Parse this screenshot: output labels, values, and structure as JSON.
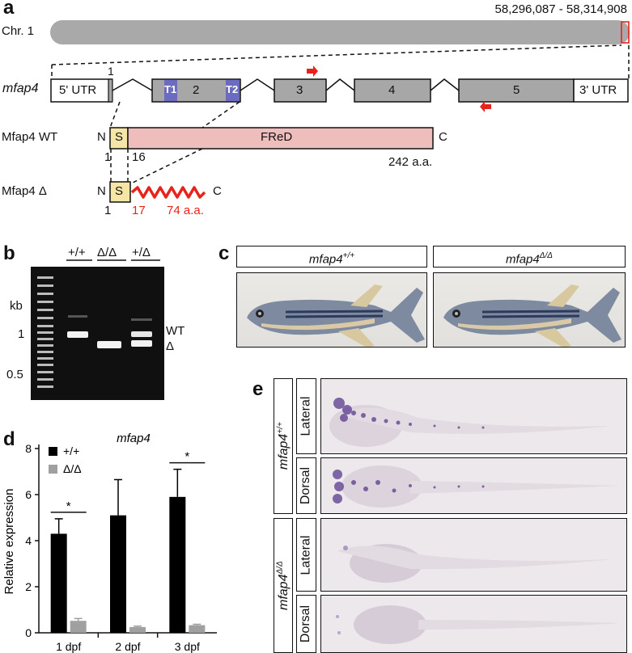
{
  "panels": {
    "a": "a",
    "b": "b",
    "c": "c",
    "d": "d",
    "e": "e"
  },
  "panel_a": {
    "coords": "58,296,087 - 58,314,908",
    "chr_label": "Chr. 1",
    "gene_label": "mfap4",
    "utr5": "5' UTR",
    "utr3": "3' UTR",
    "exon1_num": "1",
    "exon2_num": "2",
    "exon3_num": "3",
    "exon4_num": "4",
    "exon5_num": "5",
    "t1": "T1",
    "t2": "T2",
    "wt_label": "Mfap4 WT",
    "wt_n": "N",
    "wt_s": "S",
    "wt_fred": "FReD",
    "wt_c": "C",
    "wt_pos1": "1",
    "wt_pos16": "16",
    "wt_len": "242 a.a.",
    "mut_label": "Mfap4 Δ",
    "mut_n": "N",
    "mut_s": "S",
    "mut_c": "C",
    "mut_pos1": "1",
    "mut_pos17": "17",
    "mut_len": "74 a.a.",
    "colors": {
      "exon": "#a7a7a7",
      "target": "#6b6bbf",
      "signal": "#f6e6a6",
      "fred": "#f0bdbd",
      "arrow": "#e8231b",
      "mutant": "#e8231b"
    }
  },
  "panel_b": {
    "lane1": "+/+",
    "lane2": "Δ/Δ",
    "lane3": "+/Δ",
    "kb": "kb",
    "m1": "1",
    "m05": "0.5",
    "band_wt": "WT",
    "band_mut": "Δ"
  },
  "panel_c": {
    "wt_title": "mfap4",
    "wt_sup": "+/+",
    "mut_title": "mfap4",
    "mut_sup": "Δ/Δ"
  },
  "panel_d": {
    "title": "mfap4",
    "ylabel": "Relative expression",
    "legend_wt": "+/+",
    "legend_mut": "Δ/Δ",
    "sig": "*"
  },
  "chart_data": {
    "type": "bar",
    "title": "mfap4",
    "xlabel": "",
    "ylabel": "Relative expression",
    "categories": [
      "1 dpf",
      "2 dpf",
      "3 dpf"
    ],
    "ylim": [
      0,
      8
    ],
    "yticks": [
      0,
      2,
      4,
      6,
      8
    ],
    "legend": "top-left",
    "series": [
      {
        "name": "+/+",
        "color": "#000000",
        "values": [
          4.3,
          5.1,
          5.9
        ],
        "errors": [
          0.65,
          1.55,
          1.2
        ]
      },
      {
        "name": "Δ/Δ",
        "color": "#a0a0a0",
        "values": [
          0.52,
          0.25,
          0.33
        ],
        "errors": [
          0.1,
          0.04,
          0.04
        ]
      }
    ],
    "significance": [
      {
        "category": "1 dpf",
        "label": "*"
      },
      {
        "category": "3 dpf",
        "label": "*"
      }
    ]
  },
  "panel_e": {
    "wt_genotype": "mfap4",
    "wt_sup": "+/+",
    "mut_genotype": "mfap4",
    "mut_sup": "Δ/Δ",
    "view1": "Lateral",
    "view2": "Dorsal",
    "view3": "Lateral",
    "view4": "Dorsal"
  }
}
